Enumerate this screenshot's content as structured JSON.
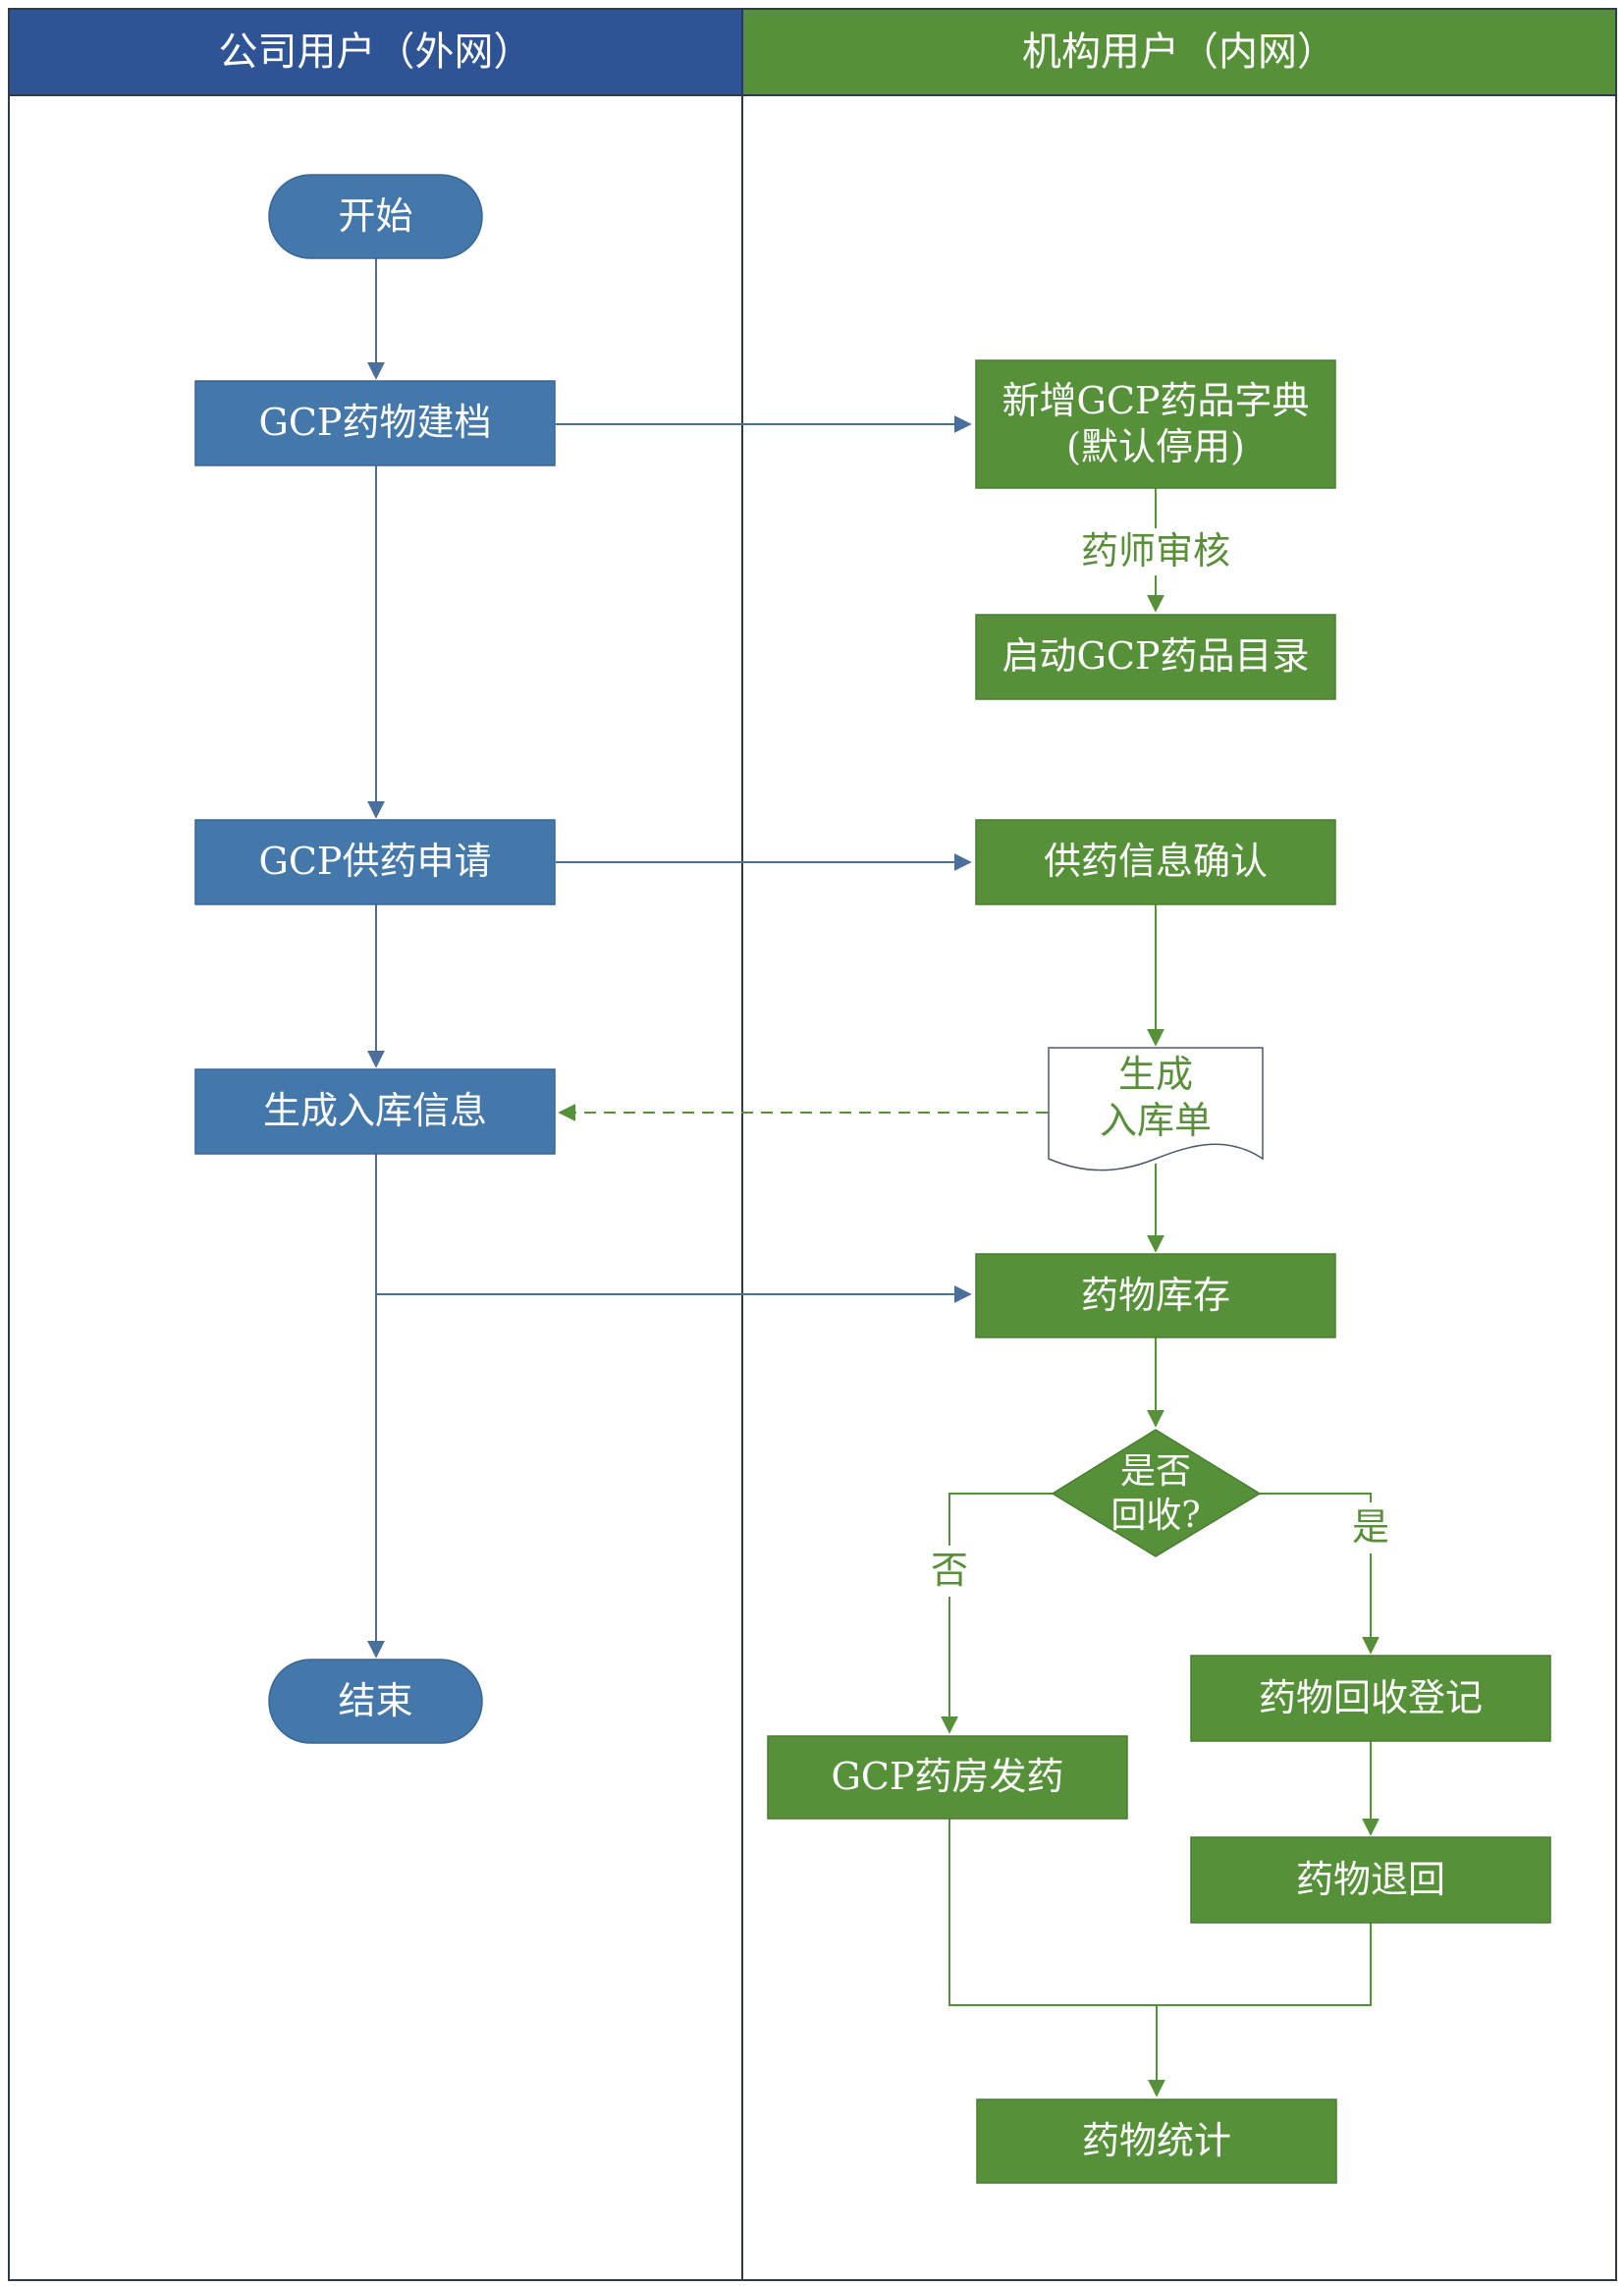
{
  "lanes": {
    "company": {
      "title": "公司用户（外网）",
      "color": "#2f5496"
    },
    "institution": {
      "title": "机构用户（内网）",
      "color": "#56913a"
    }
  },
  "colors": {
    "blue_node": "#4477aa",
    "green_node": "#56913a",
    "blue_line": "#4a6f9c",
    "green_line": "#56913a",
    "green_text": "#5a8f3a",
    "border": "#2f3b4a"
  },
  "nodes": {
    "start": "开始",
    "gcp_drug_archive": "GCP药物建档",
    "gcp_supply_request": "GCP供药申请",
    "generate_inbound_info": "生成入库信息",
    "end": "结束",
    "new_dict_line1": "新增GCP药品字典",
    "new_dict_line2": "(默认停用)",
    "enable_catalog": "启动GCP药品目录",
    "supply_confirm": "供药信息确认",
    "inbound_doc_line1": "生成",
    "inbound_doc_line2": "入库单",
    "drug_inventory": "药物库存",
    "decision_line1": "是否",
    "decision_line2": "回收?",
    "pharmacy_dispense": "GCP药房发药",
    "recall_register": "药物回收登记",
    "drug_return": "药物退回",
    "drug_statistics": "药物统计"
  },
  "edge_labels": {
    "pharmacist_review": "药师审核",
    "no": "否",
    "yes": "是"
  }
}
